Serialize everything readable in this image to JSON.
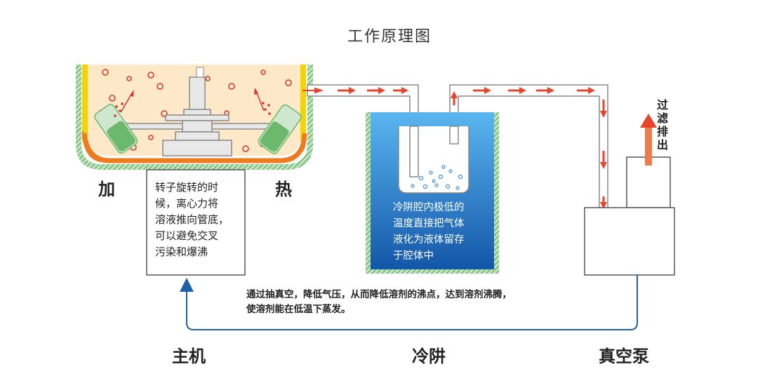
{
  "title": "工作原理图",
  "labels": {
    "heat_left": "加",
    "heat_right": "热",
    "host": "主机",
    "cold_trap": "冷阱",
    "vacuum_pump": "真空泵",
    "exhaust": "过滤排出"
  },
  "rotor_note": [
    "转子旋转的时",
    "候，离心力将",
    "溶液推向管底，",
    "可以避免交叉",
    "污染和爆沸"
  ],
  "coldtrap_note": [
    "冷阱腔内极低的",
    "温度直接把气体",
    "液化为液体留存",
    "于腔体中"
  ],
  "vacuum_note": [
    "通过抽真空，降低气压，从而降低溶剂的沸点，达到溶剂沸腾，",
    "使溶剂能在低温下蒸发。"
  ],
  "colors": {
    "pipe_arrow": "#e8442a",
    "flow_line": "#1f5fa8",
    "coldtrap_top": "#5ab6f0",
    "coldtrap_bottom": "#1356a8",
    "heater": "#f07a1e",
    "chamber_fill": "#fde8c8",
    "tube_green": "#6cb86c"
  }
}
